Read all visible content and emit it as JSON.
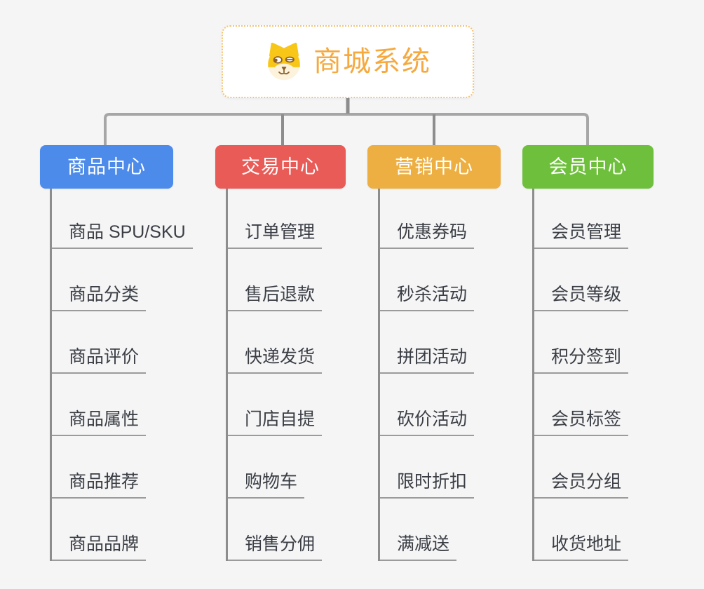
{
  "root": {
    "title": "商城系统",
    "icon": "dog-face-icon"
  },
  "branches": [
    {
      "label": "商品中心",
      "color": "#4d8bea",
      "items": [
        "商品 SPU/SKU",
        "商品分类",
        "商品评价",
        "商品属性",
        "商品推荐",
        "商品品牌"
      ]
    },
    {
      "label": "交易中心",
      "color": "#e95b57",
      "items": [
        "订单管理",
        "售后退款",
        "快递发货",
        "门店自提",
        "购物车",
        "销售分佣"
      ]
    },
    {
      "label": "营销中心",
      "color": "#edaf42",
      "items": [
        "优惠券码",
        "秒杀活动",
        "拼团活动",
        "砍价活动",
        "限时折扣",
        "满减送"
      ]
    },
    {
      "label": "会员中心",
      "color": "#6ec03c",
      "items": [
        "会员管理",
        "会员等级",
        "积分签到",
        "会员标签",
        "会员分组",
        "收货地址"
      ]
    }
  ],
  "colors": {
    "background": "#f5f5f6",
    "root_border": "#f6c26e",
    "root_title": "#f5a93f",
    "connector_vertical": "#8d8d8d",
    "connector_bus": "#a6a6a6",
    "leaf_underline": "#9b9b9b",
    "leaf_text": "#3a3e44"
  }
}
